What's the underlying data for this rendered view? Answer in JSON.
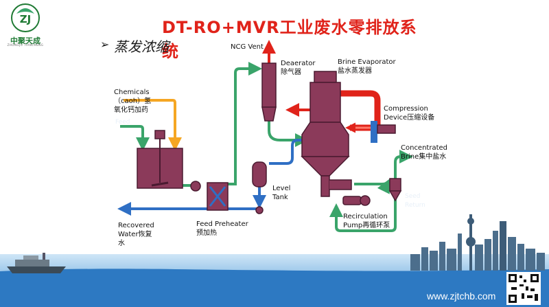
{
  "header": {
    "title": "DT-RO+MVR工业废水零排放系统",
    "subtitle": "蒸发浓缩",
    "subtitle_marker": "➢"
  },
  "logo": {
    "brand": "中聚天成",
    "tagline": "ZHONGJU TIANCHENG",
    "icon": "zj-leaf-logo-icon"
  },
  "labels": {
    "ncg_vent": "NCG Vent",
    "deaerator": "Deaerator\n除气器",
    "brine_evaporator": "Brine Evaporator\n盐水蒸发器",
    "chemicals": "Chemicals\n（caoh）氢\n氧化钙加药",
    "feed": "Feed",
    "compression": "Compression\nDevice压缩设备",
    "concentrated": "Concentrated\nBrine集中盐水",
    "level_tank": "Level\nTank",
    "recovered_water": "Recovered\nWater恢复\n水",
    "feed_preheater": "Feed Preheater\n预加热",
    "recirculation": "Recirculation\nPump再循环泵",
    "seed_return": "Seed\nReturn"
  },
  "footer": {
    "website": "www.zjtchb.com",
    "qr_icon": "qr-code-icon",
    "skyline": "city-skyline-illustration",
    "ship": "ship-illustration"
  },
  "colors": {
    "title_red": "#e0231a",
    "vessel_fill": "#8b3a5a",
    "vessel_stroke": "#4a1a30",
    "green_line": "#3aa46a",
    "blue_line": "#2f6fc4",
    "orange_line": "#f5a623",
    "red_line": "#e0231a",
    "sky_blue": "#5aa0d8"
  }
}
